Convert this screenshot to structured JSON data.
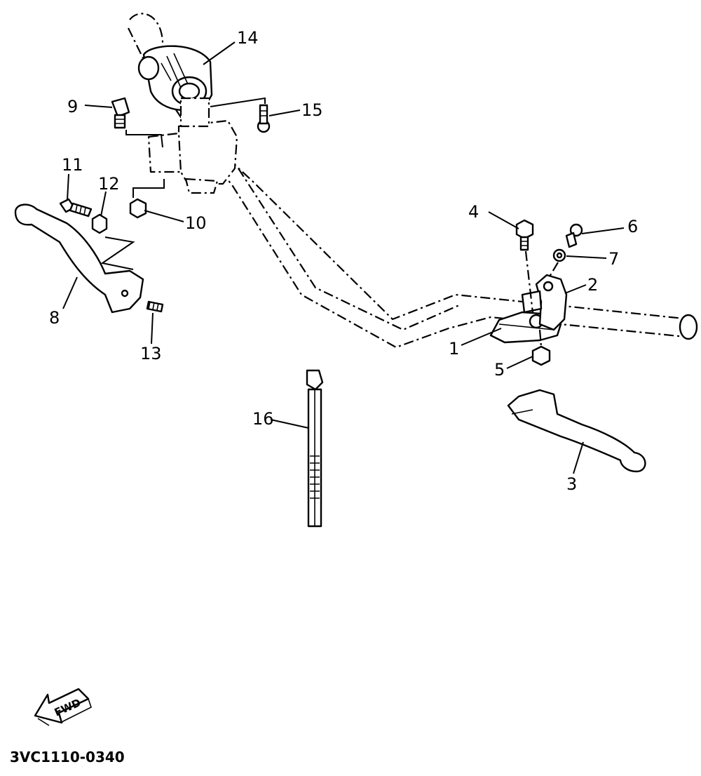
{
  "diagram": {
    "callouts": {
      "c1": "1",
      "c2": "2",
      "c3": "3",
      "c4": "4",
      "c5": "5",
      "c6": "6",
      "c7": "7",
      "c8": "8",
      "c9": "9",
      "c10": "10",
      "c11": "11",
      "c12": "12",
      "c13": "13",
      "c14": "14",
      "c15": "15",
      "c16": "16"
    },
    "direction_arrow_label": "FWD",
    "drawing_code": "3VC1110-0340"
  }
}
